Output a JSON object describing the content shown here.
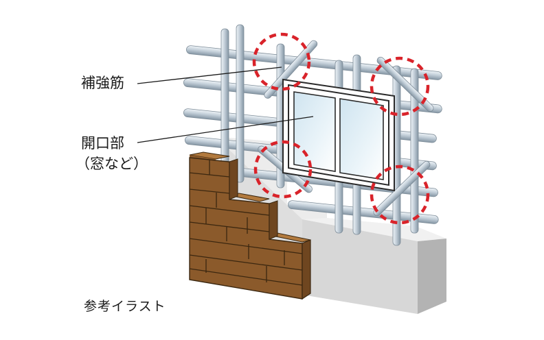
{
  "labels": {
    "rebar": "補強筋",
    "opening": "開口部",
    "opening_sub": "（窓など）",
    "caption": "参考イラスト"
  },
  "colors": {
    "brick": "#8b5a2b",
    "brick_top": "#b27a3e",
    "concrete": "#e2e2e2",
    "rebar": "#b9c7d2",
    "highlight_circle": "#d9232a"
  },
  "icons": [
    "brick-wall",
    "concrete-foundation",
    "rebar-grid",
    "window-opening",
    "highlight-circle"
  ]
}
